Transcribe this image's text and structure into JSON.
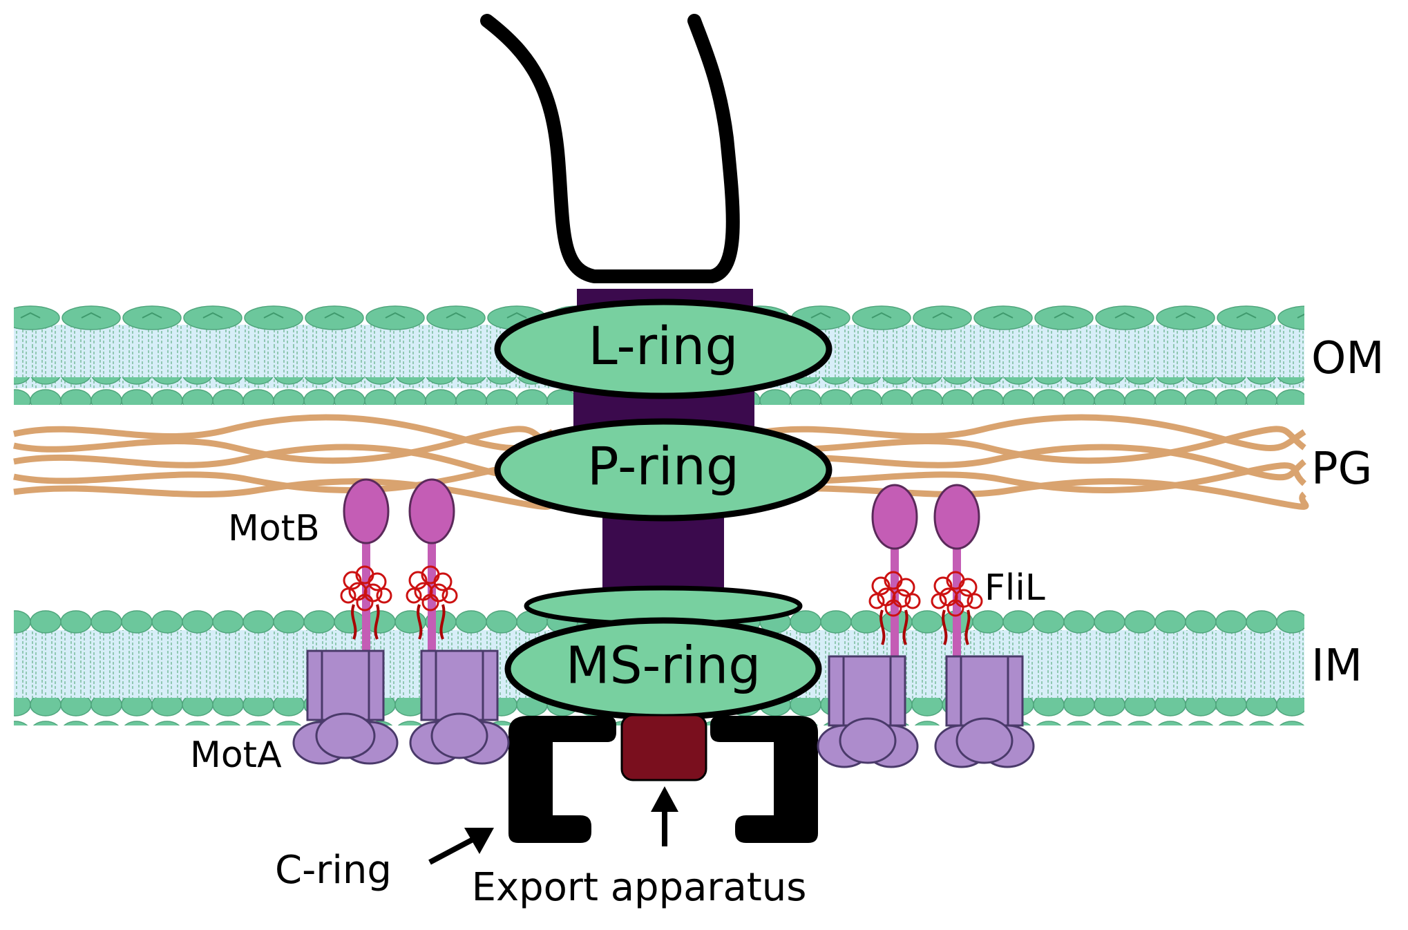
{
  "diagram": {
    "layers": {
      "om": "OM",
      "pg": "PG",
      "im": "IM"
    },
    "rings": {
      "l_ring": "L-ring",
      "p_ring": "P-ring",
      "ms_ring": "MS-ring"
    },
    "proteins": {
      "motb": "MotB",
      "mota": "MotA",
      "flil": "FliL"
    },
    "components": {
      "c_ring": "C-ring",
      "export_apparatus": "Export apparatus"
    }
  },
  "colors": {
    "membrane_head": "#6cc79c",
    "membrane_core": "#d7eef8",
    "peptidoglycan": "#d9a36f",
    "ring_fill": "#78d0a0",
    "rod": "#3b0a4d",
    "motb": "#c45db5",
    "mota": "#ad8ccc",
    "flil": "#cc1111",
    "export": "#7a0f1e",
    "outline": "#000000"
  }
}
